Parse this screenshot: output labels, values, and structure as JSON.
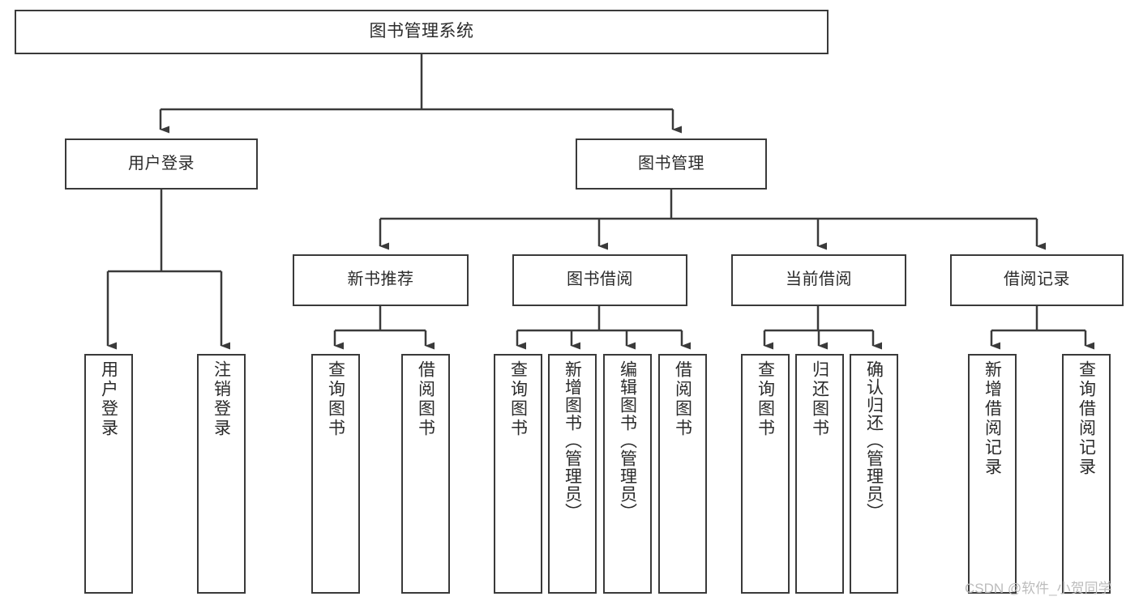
{
  "diagram": {
    "title": "图书管理系统",
    "root": {
      "label": "图书管理系统"
    },
    "level1": [
      {
        "label": "用户登录"
      },
      {
        "label": "图书管理"
      }
    ],
    "level2": [
      {
        "label": "新书推荐"
      },
      {
        "label": "图书借阅"
      },
      {
        "label": "当前借阅"
      },
      {
        "label": "借阅记录"
      }
    ],
    "leaves": [
      {
        "label": "用户登录"
      },
      {
        "label": "注销登录"
      },
      {
        "label": "查询图书"
      },
      {
        "label": "借阅图书"
      },
      {
        "label": "查询图书"
      },
      {
        "label": "新增图书（管理员）"
      },
      {
        "label": "编辑图书（管理员）"
      },
      {
        "label": "借阅图书"
      },
      {
        "label": "查询图书"
      },
      {
        "label": "归还图书"
      },
      {
        "label": "确认归还（管理员）"
      },
      {
        "label": "新增借阅记录"
      },
      {
        "label": "查询借阅记录"
      }
    ]
  },
  "watermark": {
    "text": "CSDN @软件_小贺同学"
  },
  "colors": {
    "stroke": "#3a3a3a",
    "fill": "#ffffff",
    "text": "#2b2b2b",
    "watermark": "#bcbcbc"
  }
}
